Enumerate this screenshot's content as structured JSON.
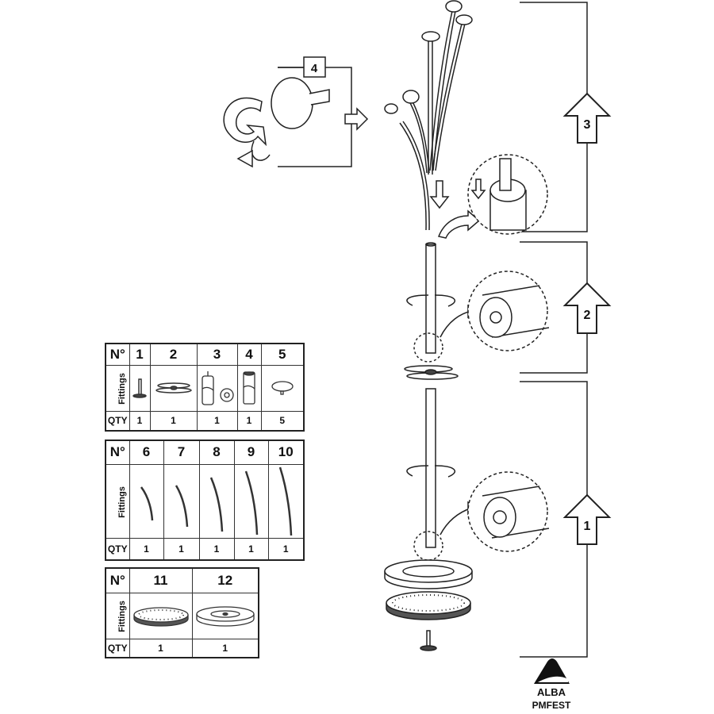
{
  "steps": {
    "step1": "1",
    "step2": "2",
    "step3": "3",
    "step4": "4"
  },
  "row_labels": {
    "number": "N°",
    "fittings": "Fittings",
    "qty": "QTY"
  },
  "table1": {
    "parts": [
      {
        "no": "1",
        "qty": "1",
        "icon": "bolt"
      },
      {
        "no": "2",
        "qty": "1",
        "icon": "bracket"
      },
      {
        "no": "3",
        "qty": "1",
        "icon": "tube-with-washer"
      },
      {
        "no": "4",
        "qty": "1",
        "icon": "tube"
      },
      {
        "no": "5",
        "qty": "5",
        "icon": "cap"
      }
    ]
  },
  "table2": {
    "parts": [
      {
        "no": "6",
        "qty": "1",
        "icon": "curved-rod"
      },
      {
        "no": "7",
        "qty": "1",
        "icon": "curved-rod"
      },
      {
        "no": "8",
        "qty": "1",
        "icon": "curved-rod"
      },
      {
        "no": "9",
        "qty": "1",
        "icon": "curved-rod"
      },
      {
        "no": "10",
        "qty": "1",
        "icon": "curved-rod"
      }
    ]
  },
  "table3": {
    "parts": [
      {
        "no": "11",
        "qty": "1",
        "icon": "weight-plate"
      },
      {
        "no": "12",
        "qty": "1",
        "icon": "base-disc"
      }
    ]
  },
  "logo": {
    "brand": "ALBA",
    "model": "PMFEST"
  }
}
